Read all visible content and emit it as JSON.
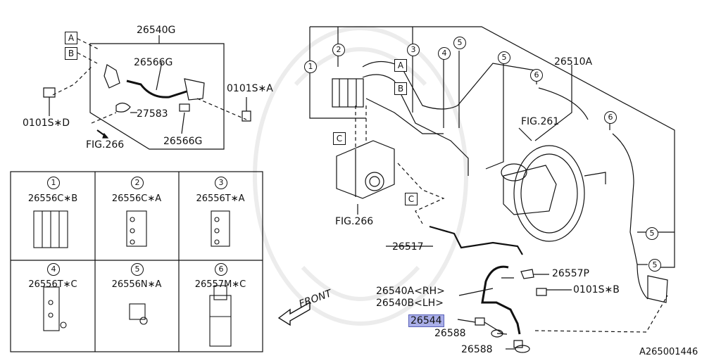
{
  "labels": {
    "p26540G": "26540G",
    "p26566G_top": "26566G",
    "p27583": "27583",
    "p26566G_bot": "26566G",
    "p0101SA": "0101S∗A",
    "p0101SD": "0101S∗D",
    "fig266_top": "FIG.266",
    "fig266_mid": "FIG.266",
    "fig261": "FIG.261",
    "p26510A": "26510A",
    "p26517": "26517",
    "p26557P": "26557P",
    "p0101SB": "0101S∗B",
    "p26540A": "26540A<RH>",
    "p26540B": "26540B<LH>",
    "p26544": "26544",
    "p26588a": "26588",
    "p26588b": "26588",
    "front": "FRONT",
    "diagram_id": "A265001446"
  },
  "letters": {
    "A": "A",
    "B": "B",
    "C": "C"
  },
  "callouts": [
    "1",
    "2",
    "3",
    "4",
    "5",
    "6"
  ],
  "table": [
    {
      "num": "1",
      "part": "26556C∗B"
    },
    {
      "num": "2",
      "part": "26556C∗A"
    },
    {
      "num": "3",
      "part": "26556T∗A"
    },
    {
      "num": "4",
      "part": "26556T∗C"
    },
    {
      "num": "5",
      "part": "26556N∗A"
    },
    {
      "num": "6",
      "part": "26557M∗C"
    }
  ],
  "highlight_color": "#a9aee8"
}
